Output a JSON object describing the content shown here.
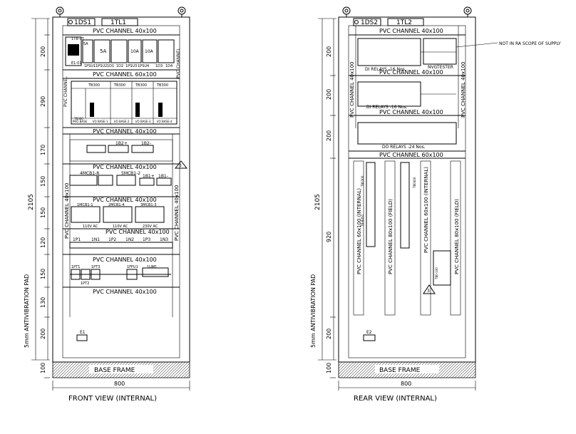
{
  "front": {
    "caption": "FRONT VIEW (INTERNAL)",
    "overall_height": "2105",
    "width_dim": "800",
    "pad_label": "5mm ANTIVIBRATION PAD",
    "base_label": "BASE FRAME",
    "base_dim": "100",
    "dims": [
      "200",
      "290",
      "170",
      "150",
      "150",
      "120",
      "150",
      "130",
      "200"
    ],
    "top_tags": [
      "1DS1",
      "1TL1"
    ],
    "channels": [
      "PVC CHANNEL 40x100",
      "PVC CHANNEL 60x100",
      "PVC CHANNEL 40x100",
      "PVC CHANNEL 40x100",
      "PVC CHANNEL 40x100",
      "PVC CHANNEL 40x100",
      "PVC CHANNEL 40x100",
      "PVC CHANNEL 40x100"
    ],
    "side_channel_left": "PVC CHANNEL 40x100",
    "side_channel_right": "PVC CHANNEL 40x100",
    "side_channel_left_top": "PVC CHANNEL",
    "side_channel_right_top": "PVC CHANNEL",
    "row1_labels": [
      "1PSU1",
      "1PSU2",
      "1D1",
      "1D2",
      "1PSU3",
      "1PSU4",
      "1D3",
      "1D4"
    ],
    "row1_ratings": [
      "5A",
      "5A",
      "10A",
      "10A"
    ],
    "row1_left": [
      "1TB-07",
      "E1-01"
    ],
    "row2_heads": [
      "TB300",
      "TB300",
      "TB300",
      "TB300"
    ],
    "row2_bottom": [
      "PRO BASE",
      "I/O BASE-1",
      "I/O BASE-2",
      "I/O BASE-3",
      "I/O BASE-4"
    ],
    "row2_left": "TB300",
    "row3_labels": [
      "1B2+",
      "1B2-"
    ],
    "row4_labels": [
      "4MCB1-8",
      "5MCB1-2",
      "1B1+",
      "1B1-"
    ],
    "row5_labels": [
      "1MCB1-1",
      "2MCB1-4",
      "3MCB1-3"
    ],
    "row5_sub": [
      "110V AC",
      "110V AC",
      "230V AC"
    ],
    "row6_labels": [
      "1P1",
      "1N1",
      "1P2",
      "1N2",
      "1P3",
      "1N3"
    ],
    "row7_labels": [
      "1PT1",
      "1PT2",
      "1PT3",
      "1FFU1",
      "1UM1"
    ],
    "bottom_tag": "E1",
    "revision": "3"
  },
  "rear": {
    "caption": "REAR VIEW (INTERNAL)",
    "overall_height": "2105",
    "width_dim": "800",
    "pad_label": "5mm ANTIVIBRATION PAD",
    "base_label": "BASE FRAME",
    "base_dim": "100",
    "dims": [
      "200",
      "200",
      "200",
      "920",
      "200"
    ],
    "top_tags": [
      "1DS2",
      "1TL2"
    ],
    "channels": [
      "PVC CHANNEL 40x100",
      "PVC CHANNEL 40x100",
      "PVC CHANNEL 40x100",
      "PVC CHANNEL 60x100"
    ],
    "relay_labels": [
      "DI RELAYS -16 Nos.",
      "DI RELAYS -16 Nos.",
      "DO RELAYS -24 Nos."
    ],
    "tester_label": "NVGTESTER",
    "note": "NOT IN RA SCOPE OF SUPPLY",
    "side_channel_left": "PVC CHANNEL 40x100",
    "side_channel_right": "PVC CHANNEL 40x100",
    "vertical_channels": [
      "PVC CHANNEL 60x100 (INTERNAL)",
      "PVC CHANNEL 80x100 (FIELD)",
      "PVC CHANNEL 60x100 (INTERNAL)",
      "PVC CHANNEL 80x100 (FIELD)"
    ],
    "terminal_tags": [
      "TB0300",
      "TB0400",
      "TB-BUS1",
      "TB0-100"
    ],
    "bottom_tag": "E2",
    "revision": "3"
  }
}
